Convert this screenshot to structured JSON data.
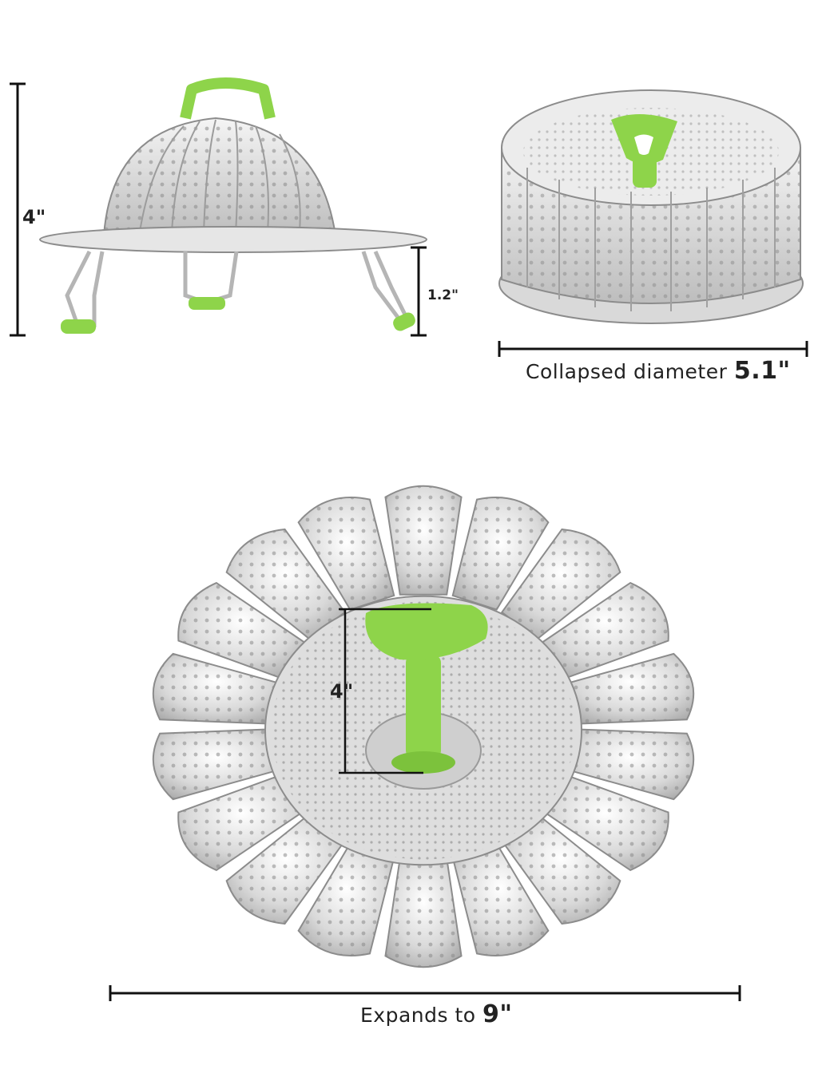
{
  "colors": {
    "steel_light": "#f2f2f2",
    "steel_mid": "#cfcfcf",
    "steel_dark": "#9a9a9a",
    "handle_green": "#8ed44a",
    "line": "#111111"
  },
  "top_left": {
    "height_label": "4\"",
    "leg_label": "1.2\""
  },
  "top_right": {
    "caption_prefix": "Collapsed diameter ",
    "caption_value": "5.1\""
  },
  "bottom": {
    "post_label": "4\"",
    "caption_prefix": "Expands to ",
    "caption_value": "9\""
  }
}
